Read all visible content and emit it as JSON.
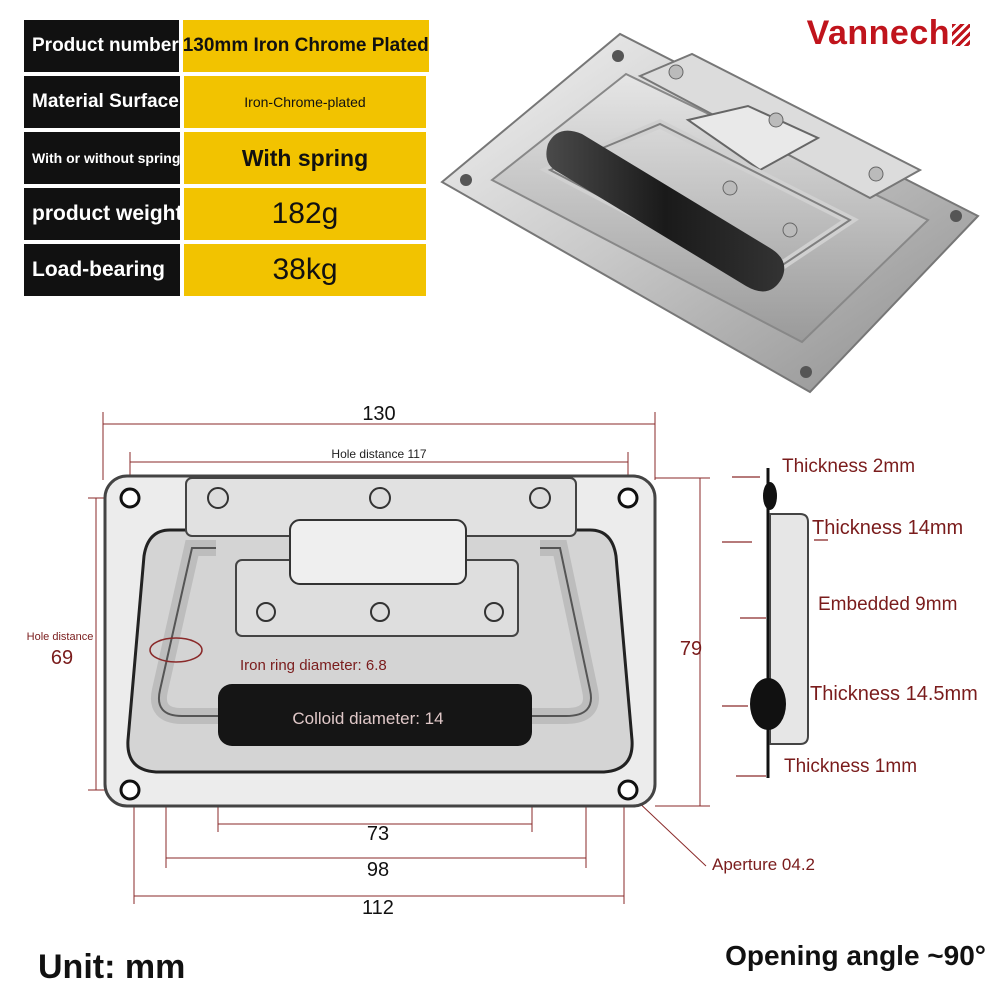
{
  "brand": "Vannech",
  "specs": [
    {
      "label": "Product number",
      "value": "130mm Iron Chrome Plated"
    },
    {
      "label": "Material Surface",
      "value": "Iron-Chrome-plated"
    },
    {
      "label": "With or without spring",
      "value": "With spring"
    },
    {
      "label": "product weight",
      "value": "182g"
    },
    {
      "label": "Load-bearing",
      "value": "38kg"
    }
  ],
  "drawing": {
    "overall_width": "130",
    "hole_distance_x": "Hole distance 117",
    "hole_distance_y_label": "Hole distance",
    "hole_distance_y": "69",
    "height": "79",
    "iron_ring": "Iron ring diameter: 6.8",
    "colloid": "Colloid diameter: 14",
    "dim_73": "73",
    "dim_98": "98",
    "dim_112": "112",
    "aperture": "Aperture 04.2"
  },
  "side_view": {
    "thickness_2": "Thickness 2mm",
    "thickness_14": "Thickness 14mm",
    "embedded": "Embedded 9mm",
    "thickness_14_5": "Thickness 14.5mm",
    "thickness_1": "Thickness 1mm"
  },
  "footer": {
    "unit": "Unit: mm",
    "angle": "Opening angle ~90°"
  },
  "colors": {
    "label_bg": "#111111",
    "value_bg": "#f2c300",
    "brand": "#c0141c",
    "annotation": "#7a1c1c"
  }
}
